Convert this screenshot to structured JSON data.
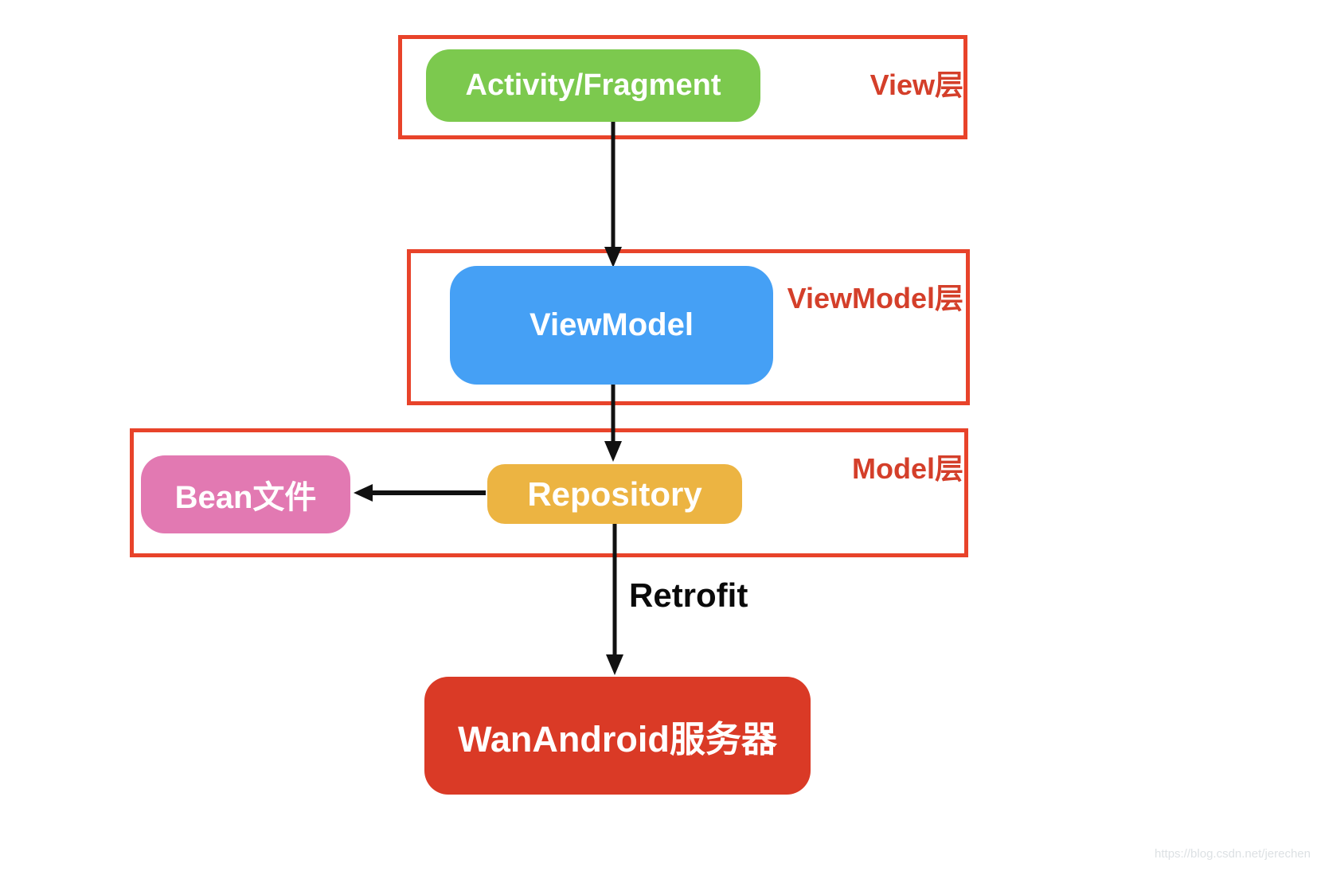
{
  "diagram": {
    "type": "architecture-flow",
    "layers": [
      {
        "label": "View层"
      },
      {
        "label": "ViewModel层"
      },
      {
        "label": "Model层"
      }
    ],
    "nodes": {
      "activity": {
        "label": "Activity/Fragment",
        "color": "#7cc94e"
      },
      "viewmodel": {
        "label": "ViewModel",
        "color": "#45a0f5"
      },
      "bean": {
        "label": "Bean文件",
        "color": "#e279b2"
      },
      "repository": {
        "label": "Repository",
        "color": "#ecb442"
      },
      "server": {
        "label": "WanAndroid服务器",
        "color": "#da3a26"
      }
    },
    "edges": {
      "activity_to_viewmodel": "",
      "viewmodel_to_repository": "",
      "repository_to_bean": "",
      "repository_to_server_label": "Retrofit"
    },
    "colors": {
      "layer_border": "#e8432a",
      "layer_label_text": "#d43f2a",
      "arrow": "#111111",
      "node_text": "#ffffff"
    }
  },
  "watermark": "https://blog.csdn.net/jerechen"
}
